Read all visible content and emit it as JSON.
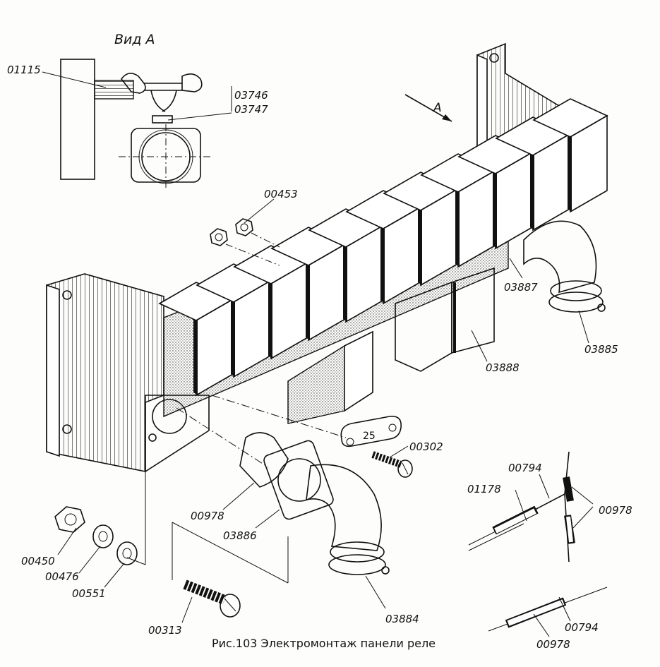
{
  "view_label": "Вид A",
  "arrow_label": "A",
  "plate_number": "25",
  "caption": "Рис.103 Электромонтаж панели реле",
  "part_labels": {
    "p01115": "01115",
    "p03746": "03746",
    "p03747": "03747",
    "p00453": "00453",
    "p03887": "03887",
    "p03885": "03885",
    "p03888": "03888",
    "p00302": "00302",
    "p00978a": "00978",
    "p03886": "03886",
    "p00450": "00450",
    "p00476": "00476",
    "p00551": "00551",
    "p00313": "00313",
    "p03884": "03884",
    "p00794a": "00794",
    "p01178": "01178",
    "p00978b": "00978",
    "p00794b": "00794",
    "p00978c": "00978"
  }
}
